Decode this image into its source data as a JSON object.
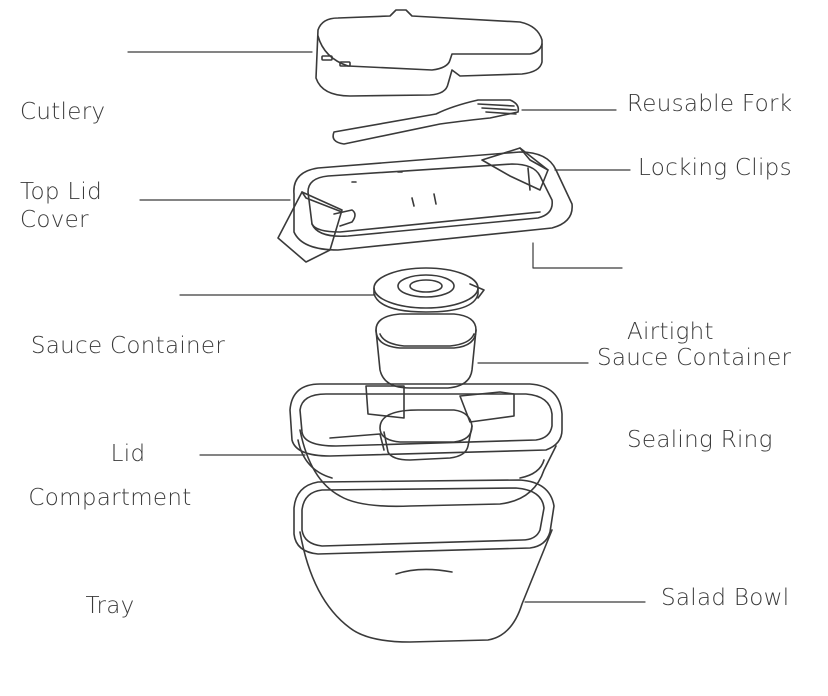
{
  "labels": {
    "cutlery_cover": [
      "Cutlery",
      "Cover"
    ],
    "reusable_fork": "Reusable Fork",
    "locking_clips": "Locking Clips",
    "top_lid": "Top Lid",
    "airtight_sealing_ring": [
      "Airtight",
      "Sealing Ring"
    ],
    "sauce_container_lid": [
      "Sauce Container",
      "Lid"
    ],
    "sauce_container": "Sauce Container",
    "compartment_tray": [
      "Compartment",
      "Tray"
    ],
    "salad_bowl": "Salad Bowl"
  },
  "colors": {
    "line": "#3a3a3a",
    "text": "#3a3a3a",
    "background": "#ffffff"
  }
}
